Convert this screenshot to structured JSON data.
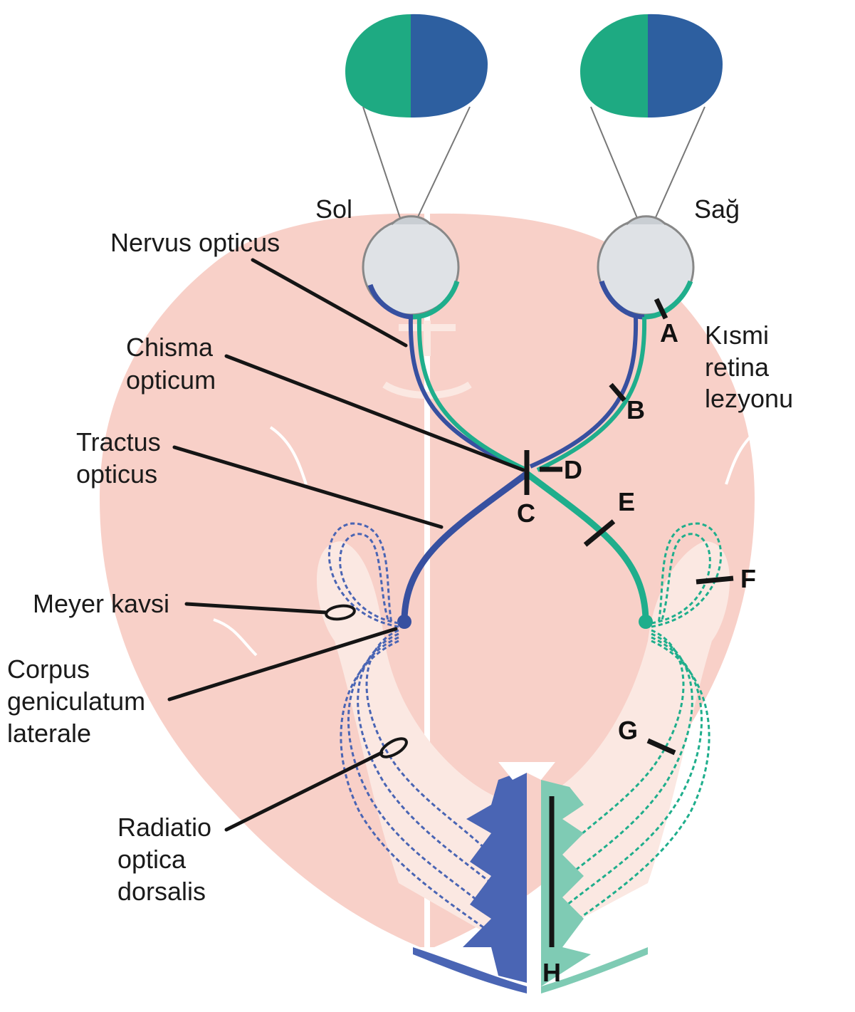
{
  "sides": {
    "left": "Sol",
    "right": "Sağ"
  },
  "labels": {
    "nervus_opticus": "Nervus opticus",
    "chisma_line1": "Chisma",
    "chisma_line2": "opticum",
    "tractus_line1": "Tractus",
    "tractus_line2": "opticus",
    "meyer": "Meyer kavsi",
    "corpus_line1": "Corpus",
    "corpus_line2": "geniculatum",
    "corpus_line3": "laterale",
    "radiatio_line1": "Radiatio",
    "radiatio_line2": "optica",
    "radiatio_line3": "dorsalis",
    "retina_line1": "Kısmi",
    "retina_line2": "retina",
    "retina_line3": "lezyonu"
  },
  "lesions": {
    "A": "A",
    "B": "B",
    "C": "C",
    "D": "D",
    "E": "E",
    "F": "F",
    "G": "G",
    "H": "H"
  },
  "colors": {
    "brain": "#f8d0c8",
    "brain_light": "#fbe8e2",
    "temporal_field": "#1eaa82",
    "nasal_field": "#2d5fa0",
    "left_pathway": "#3750a0",
    "right_pathway": "#1fae8c",
    "right_cortex": "#7fcbb4",
    "left_cortex": "#4a65b4"
  }
}
